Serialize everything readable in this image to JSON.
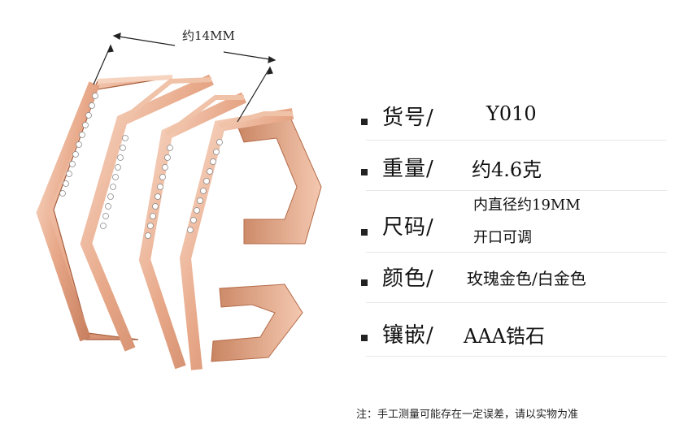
{
  "dimension_label": "约14MM",
  "specs": {
    "sku": {
      "label": "货号/",
      "value": "Y010"
    },
    "weight": {
      "label": "重量/",
      "value": "约4.6克"
    },
    "size": {
      "label": "尺码/",
      "line1": "内直径约19MM",
      "line2": "开口可调"
    },
    "color": {
      "label": "颜色/",
      "value": "玫瑰金色/白金色"
    },
    "setting": {
      "label": "镶嵌/",
      "value": "AAA锆石"
    }
  },
  "note": "注：手工测量可能存在一定误差，请以实物为准",
  "colors": {
    "rose_gold": "#e6a98a",
    "rose_gold_dark": "#b8714f",
    "rose_gold_light": "#f7d6c3"
  }
}
